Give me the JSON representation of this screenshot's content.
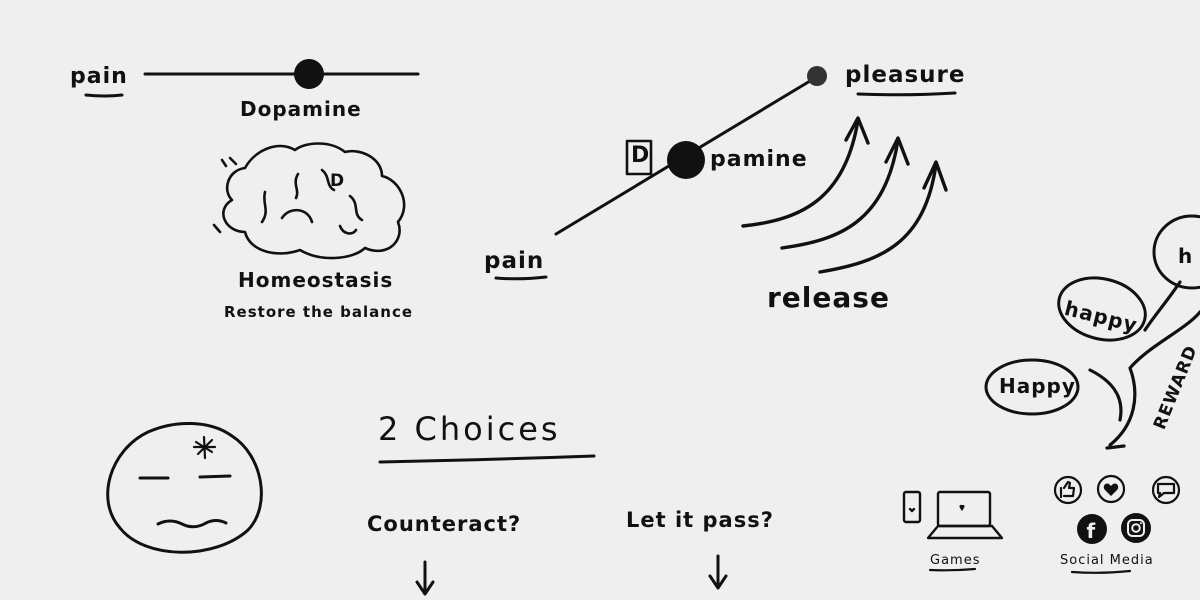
{
  "balance_left": {
    "left_label": "pain",
    "center_label": "Dopamine"
  },
  "brain": {
    "letter": "D",
    "title": "Homeostasis",
    "subtitle": "Restore the balance"
  },
  "balance_right": {
    "top_label": "pleasure",
    "box_letter": "D",
    "dopamine_suffix": "pamine",
    "bottom_label": "pain",
    "release_label": "release"
  },
  "choices": {
    "title": "2 Choices",
    "option_1": "Counteract?",
    "option_2": "Let it pass?"
  },
  "reward": {
    "bubble_1": "Happy",
    "bubble_2": "happy",
    "bubble_3": "h",
    "vertical_label": "REWARD"
  },
  "devices": {
    "games_label": "Games",
    "social_label": "Social Media",
    "facebook_letter": "f"
  }
}
